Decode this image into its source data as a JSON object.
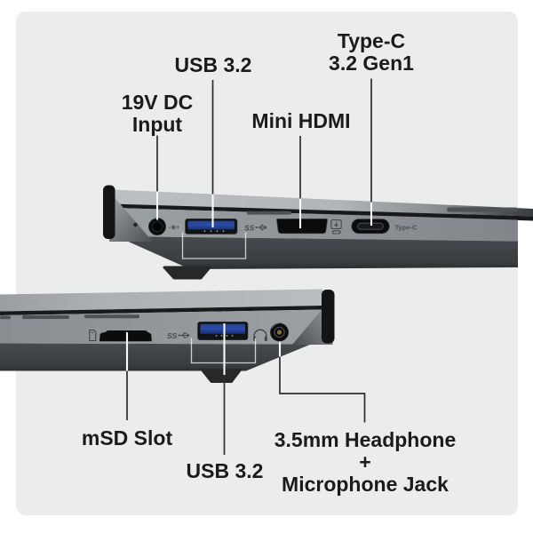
{
  "figure_title": "Laptop side ports diagram",
  "colors": {
    "page_bg": "#ffffff",
    "card_bg": "#ebecec",
    "label_text": "#1b1b1b",
    "leader_line_dark": "#2d2e2f",
    "leader_line_light": "#fafafa",
    "usb_port_blue": "#2a4daa",
    "audio_jack_center_amber": "#8a6a33",
    "laptop_body_gray": "#999da1",
    "laptop_underside_dark": "#3b3e41"
  },
  "views": {
    "top": {
      "labels": [
        {
          "id": "dc-input",
          "lines": [
            "19V DC",
            "Input"
          ]
        },
        {
          "id": "usb",
          "lines": [
            "USB 3.2"
          ]
        },
        {
          "id": "mini-hdmi",
          "lines": [
            "Mini HDMI"
          ]
        },
        {
          "id": "type-c",
          "lines": [
            "Type-C",
            "3.2 Gen1"
          ]
        }
      ],
      "printed_text": {
        "dc_polarity": "-⊕+",
        "usb_ss_logo": "SS",
        "type_c_port": "Type-C"
      }
    },
    "bottom": {
      "labels": [
        {
          "id": "msd-slot",
          "lines": [
            "mSD Slot"
          ]
        },
        {
          "id": "usb",
          "lines": [
            "USB 3.2"
          ]
        },
        {
          "id": "headphone",
          "lines": [
            "3.5mm Headphone",
            "+",
            "Microphone Jack"
          ]
        }
      ],
      "printed_text": {
        "usb_ss_logo": "SS"
      }
    }
  }
}
